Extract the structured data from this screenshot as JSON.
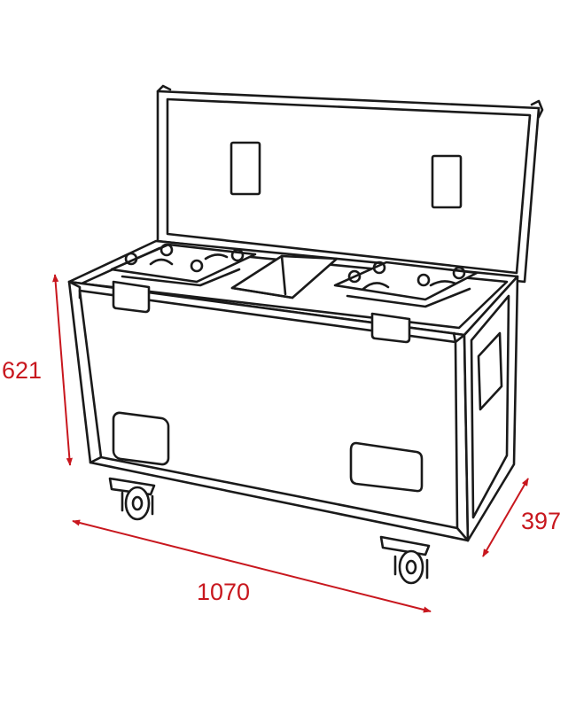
{
  "dimensions": {
    "height": "621",
    "depth": "397",
    "width": "1070"
  },
  "colors": {
    "outline": "#1a1a1a",
    "dimension": "#c8171e",
    "background": "#ffffff"
  }
}
